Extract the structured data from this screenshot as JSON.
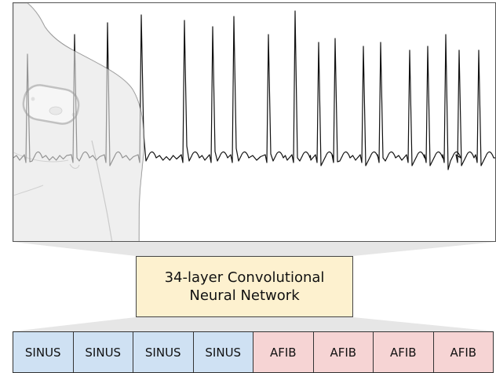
{
  "network": {
    "line1": "34-layer Convolutional",
    "line2": "Neural Network"
  },
  "segments": [
    {
      "label": "SINUS",
      "color": "#cfe1f3"
    },
    {
      "label": "SINUS",
      "color": "#cfe1f3"
    },
    {
      "label": "SINUS",
      "color": "#cfe1f3"
    },
    {
      "label": "SINUS",
      "color": "#cfe1f3"
    },
    {
      "label": "AFIB",
      "color": "#f6d4d4"
    },
    {
      "label": "AFIB",
      "color": "#f6d4d4"
    },
    {
      "label": "AFIB",
      "color": "#f6d4d4"
    },
    {
      "label": "AFIB",
      "color": "#f6d4d4"
    }
  ],
  "colors": {
    "sinus_fill": "#cfe1f3",
    "afib_fill": "#f6d4d4",
    "network_fill": "#fdf1cf",
    "funnel_fill": "#e6e6e6",
    "trace": "#111111",
    "torso": "#dcdcdc"
  }
}
